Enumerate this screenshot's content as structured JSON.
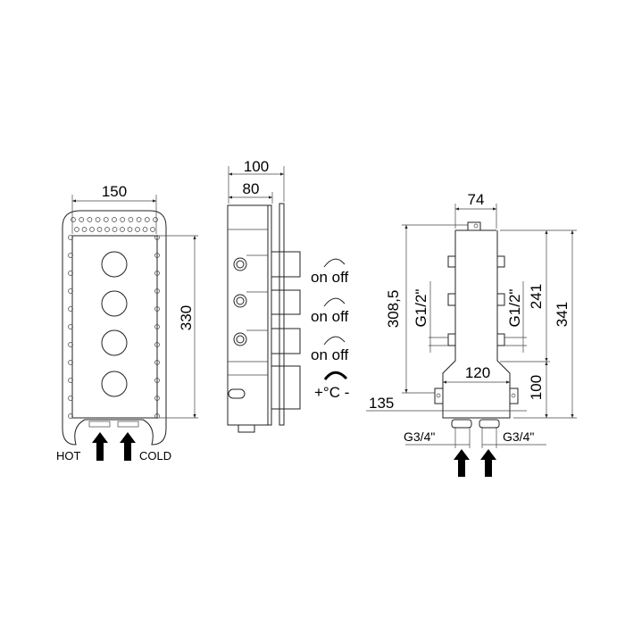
{
  "front_view": {
    "width_label": "150",
    "height_label": "330",
    "hot_label": "HOT",
    "cold_label": "COLD"
  },
  "side_view": {
    "depth_total_label": "100",
    "depth_body_label": "80",
    "controls": [
      {
        "label": "on off"
      },
      {
        "label": "on off"
      },
      {
        "label": "on off"
      },
      {
        "label": "+°C -"
      }
    ]
  },
  "rear_view": {
    "top_width_label": "74",
    "bottom_width_label": "120",
    "height_308_label": "308,5",
    "height_241_label": "241",
    "height_341_label": "341",
    "height_100_label": "100",
    "offset_135_label": "135",
    "outlet_left_label": "G1/2\"",
    "outlet_right_label": "G1/2\"",
    "inlet_left_label": "G3/4\"",
    "inlet_right_label": "G3/4\""
  }
}
